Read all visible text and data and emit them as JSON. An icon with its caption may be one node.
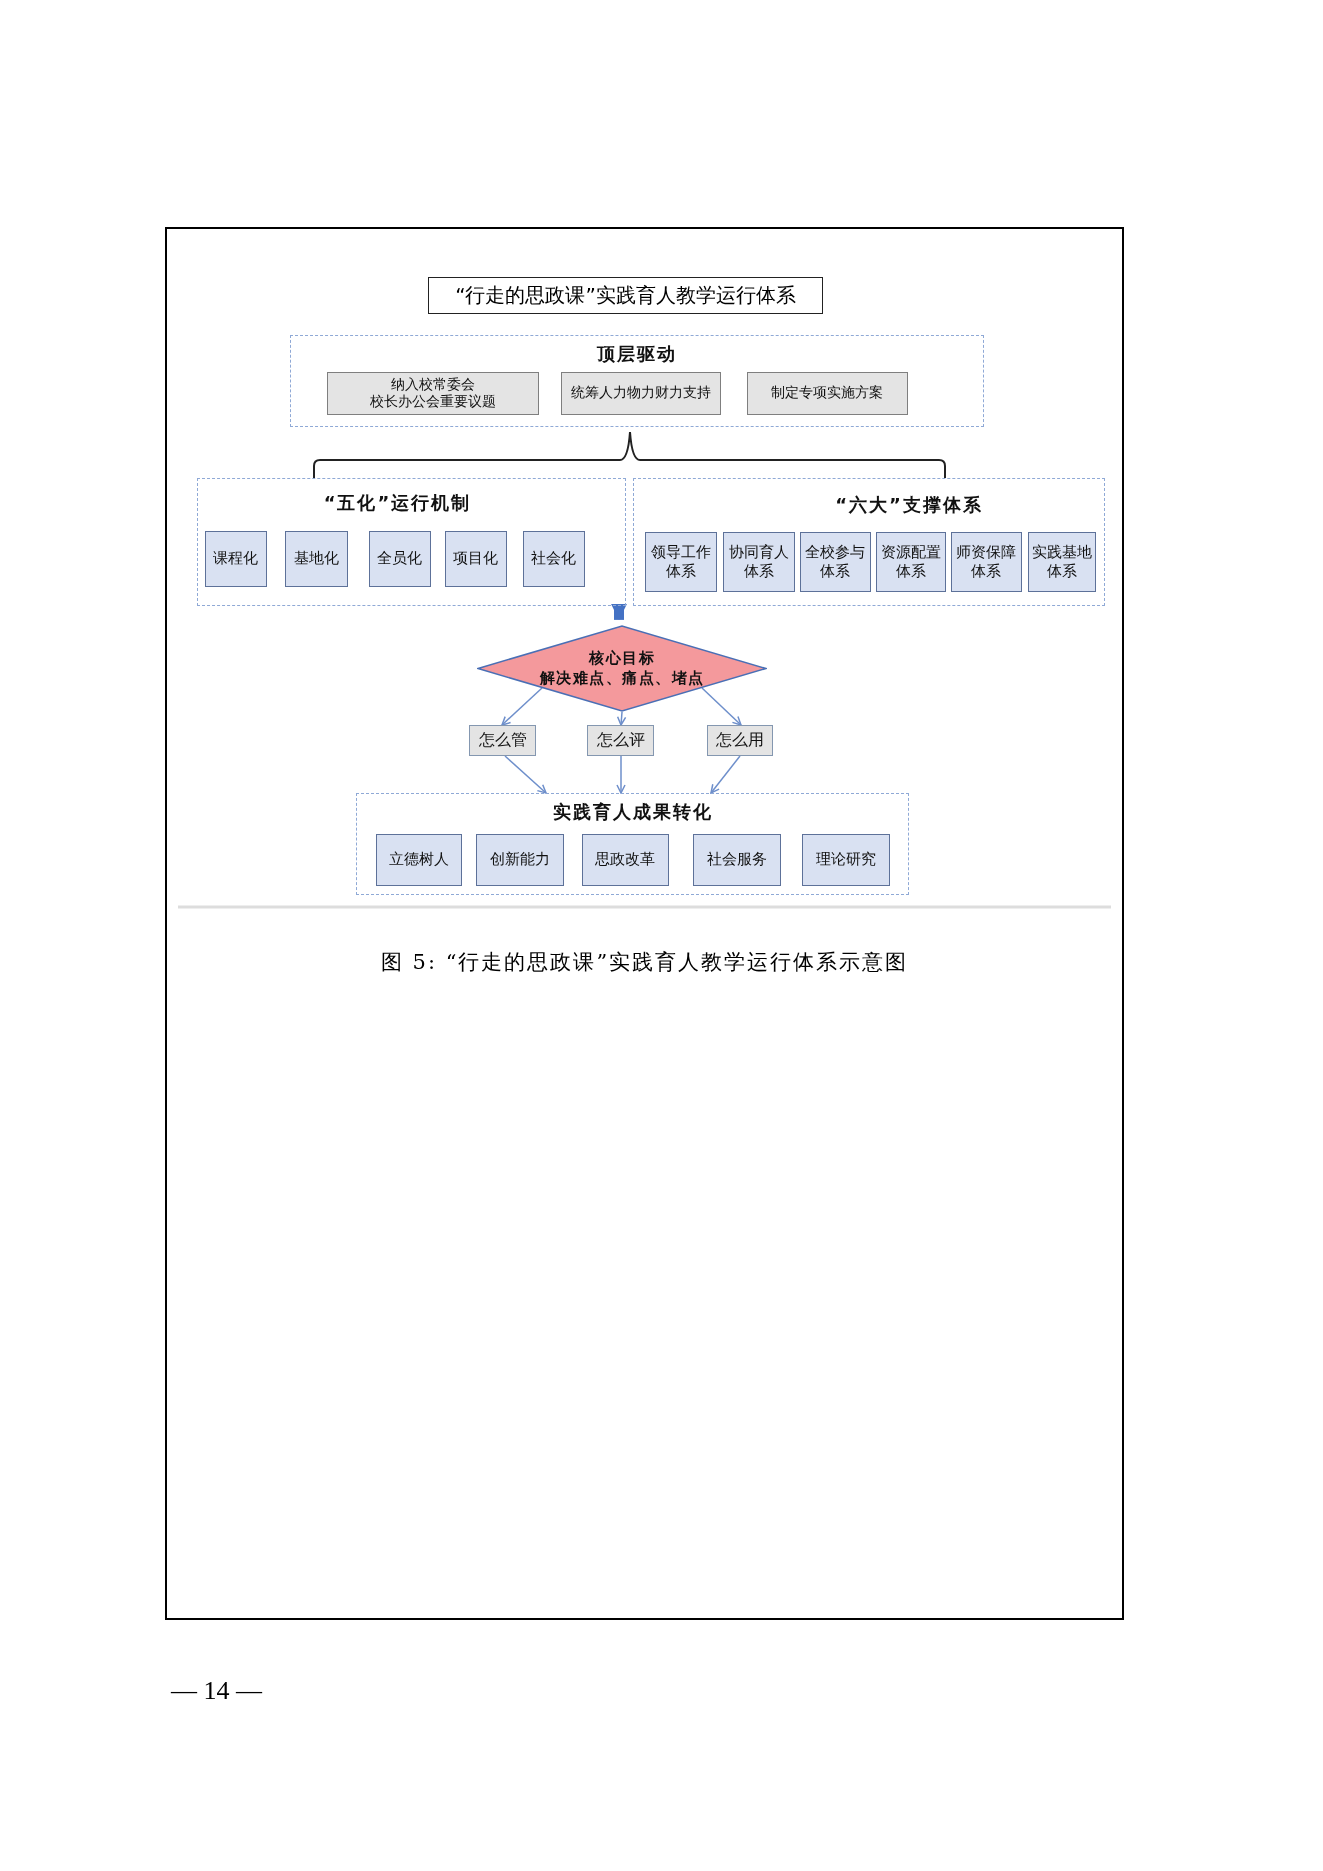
{
  "diagram": {
    "title": "“行走的思政课”实践育人教学运行体系",
    "caption": "图 5: “行走的思政课”实践育人教学运行体系示意图",
    "nodes": [
      {
        "text": [
          "顶层驱动"
        ]
      },
      {
        "text": [
          "纳入校常委会校长办公会重要议题"
        ],
        "in": 0
      },
      {
        "text": [
          "统筹人力物力财力支持"
        ],
        "in": 0
      },
      {
        "text": [
          "制定专项实施方案"
        ],
        "in": 0
      },
      {
        "text": [
          "“五化”运行机制"
        ]
      },
      {
        "text": [
          "课程化"
        ],
        "in": 4
      },
      {
        "text": [
          "基地化"
        ],
        "in": 4
      },
      {
        "text": [
          "全员化"
        ],
        "in": 4
      },
      {
        "text": [
          "项目化"
        ],
        "in": 4
      },
      {
        "text": [
          "社会化"
        ],
        "in": 4
      },
      {
        "text": [
          "“六大”支撑体系"
        ]
      },
      {
        "text": [
          "领导工作体系"
        ],
        "in": 10
      },
      {
        "text": [
          "协同育人体系"
        ],
        "in": 10
      },
      {
        "text": [
          "全校参与体系"
        ],
        "in": 10
      },
      {
        "text": [
          "资源配置体系"
        ],
        "in": 10
      },
      {
        "text": [
          "师资保障体系"
        ],
        "in": 10
      },
      {
        "text": [
          "实践基地体系"
        ],
        "in": 10
      },
      {
        "text": [
          "核心目标",
          "解决难点、痛点、堵点"
        ]
      },
      {
        "text": [
          "怎么管"
        ]
      },
      {
        "text": [
          "怎么评"
        ]
      },
      {
        "text": [
          "怎么用"
        ]
      },
      {
        "text": [
          "实践育人成果转化"
        ]
      },
      {
        "text": [
          "立德树人"
        ],
        "in": 21
      },
      {
        "text": [
          "创新能力"
        ],
        "in": 21
      },
      {
        "text": [
          "思政改革"
        ],
        "in": 21
      },
      {
        "text": [
          "社会服务"
        ],
        "in": 21
      },
      {
        "text": [
          "理论研究"
        ],
        "in": 21
      }
    ],
    "edges": [
      {
        "from": 4,
        "to": 17,
        "arrow": "to",
        "style": "thick",
        "color": "#4472c4"
      },
      {
        "from": 17,
        "to": 18,
        "arrow": "to"
      },
      {
        "from": 17,
        "to": 19,
        "arrow": "to"
      },
      {
        "from": 17,
        "to": 20,
        "arrow": "to"
      },
      {
        "from": 18,
        "to": 21,
        "arrow": "to"
      },
      {
        "from": 19,
        "to": 21,
        "arrow": "to"
      },
      {
        "from": 20,
        "to": 21,
        "arrow": "to"
      }
    ],
    "labels": [
      "— 14 —"
    ]
  }
}
